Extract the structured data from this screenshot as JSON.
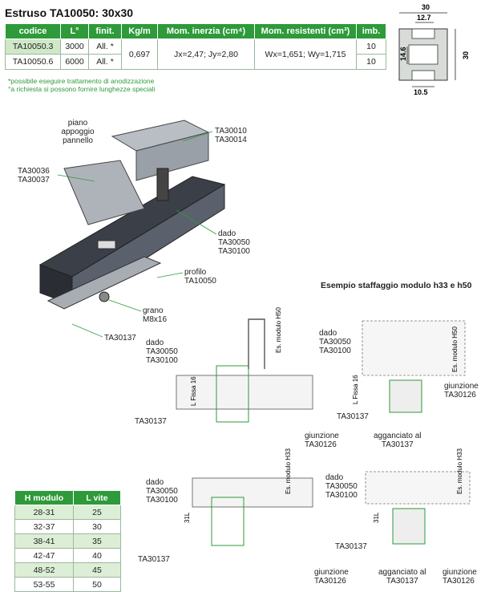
{
  "title": "Estruso TA10050: 30x30",
  "spec_table": {
    "headers": [
      "codice",
      "L°",
      "finit.",
      "Kg/m",
      "Mom. inerzia (cm⁴)",
      "Mom. resistenti (cm³)",
      "imb."
    ],
    "rows": [
      {
        "codice": "TA10050.3",
        "L": "3000",
        "finit": "All. *",
        "imb": "10"
      },
      {
        "codice": "TA10050.6",
        "L": "6000",
        "finit": "All. *",
        "imb": "10"
      }
    ],
    "kgm": "0,697",
    "inerzia": "Jx=2,47; Jy=2,80",
    "resistenti": "Wx=1,651; Wy=1,715"
  },
  "notes": [
    "*possibile eseguire trattamento di anodizzazione",
    "°a richiesta si possono fornire lunghezze speciali"
  ],
  "profile_dims": {
    "w": "30",
    "top": "12.7",
    "mid": "14.6",
    "h": "30",
    "bottom": "10.5"
  },
  "assembly_labels": {
    "piano": "piano\nappoggio\npannello",
    "ta30010": "TA30010\nTA30014",
    "ta30036": "TA30036\nTA30037",
    "dado": "dado\nTA30050\nTA30100",
    "profilo": "profilo\nTA10050",
    "grano": "grano\nM8x16",
    "ta30137": "TA30137"
  },
  "example_title": "Esempio staffaggio modulo h33 e h50",
  "detail_labels": {
    "dado": "dado\nTA30050\nTA30100",
    "ta30137": "TA30137",
    "giunzione": "giunzione\nTA30126",
    "agganciato": "agganciato al\nTA30137",
    "es50": "Es. modulo H50",
    "es33": "Es. modulo H33",
    "lfissa": "L Fissa 16",
    "l31": "31L"
  },
  "hv_table": {
    "headers": [
      "H modulo",
      "L vite"
    ],
    "rows": [
      [
        "28-31",
        "25"
      ],
      [
        "32-37",
        "30"
      ],
      [
        "38-41",
        "35"
      ],
      [
        "42-47",
        "40"
      ],
      [
        "48-52",
        "45"
      ],
      [
        "53-55",
        "50"
      ]
    ]
  }
}
